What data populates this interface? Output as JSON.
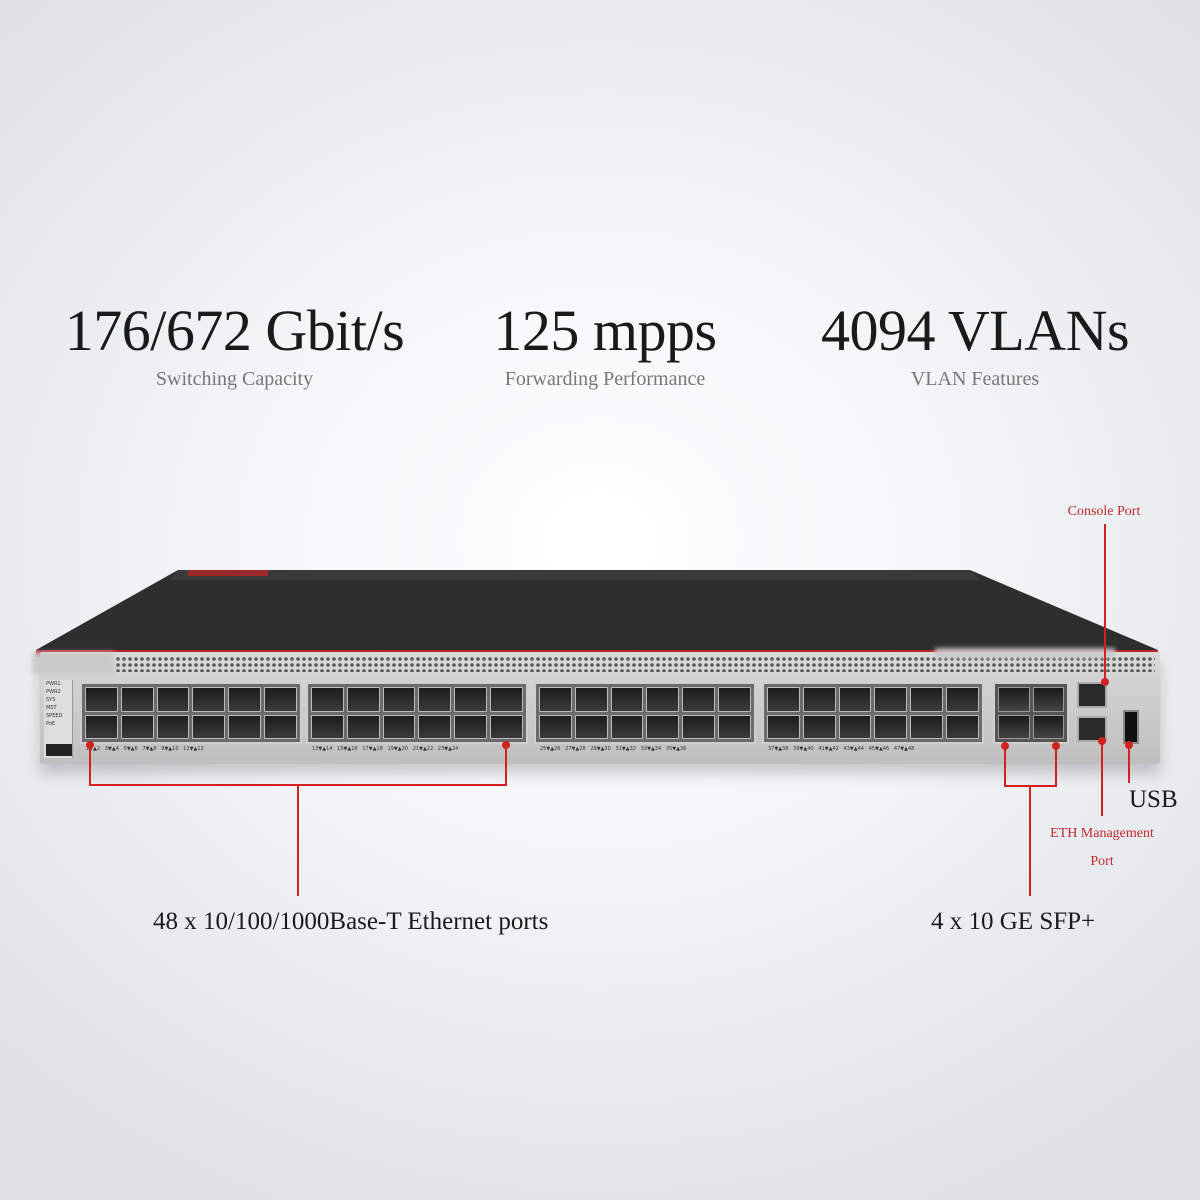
{
  "specs": [
    {
      "value": "176/672 Gbit/s",
      "label": "Switching Capacity"
    },
    {
      "value": "125 mpps",
      "label": "Forwarding Performance"
    },
    {
      "value": "4094 VLANs",
      "label": "VLAN Features"
    }
  ],
  "callouts": {
    "console": "Console Port",
    "usb": "USB",
    "eth_line1": "ETH Management",
    "eth_line2": "Port",
    "ethernet_ports": "48 x 10/100/1000Base-T Ethernet ports",
    "sfp": "4 x 10 GE SFP+"
  },
  "colors": {
    "accent": "#d32020",
    "chassis_top": "#2b2b2b"
  }
}
